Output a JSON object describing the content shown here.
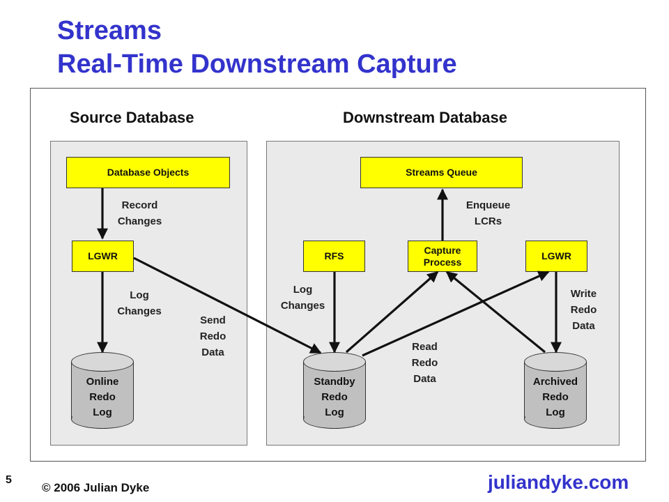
{
  "title": {
    "line1": "Streams",
    "line2": "Real-Time Downstream Capture"
  },
  "sections": {
    "source": "Source Database",
    "downstream": "Downstream Database"
  },
  "boxes": {
    "database_objects": "Database Objects",
    "source_lgwr": "LGWR",
    "streams_queue": "Streams Queue",
    "rfs": "RFS",
    "capture_process": "Capture\nProcess",
    "downstream_lgwr": "LGWR"
  },
  "cylinders": {
    "online": "Online\nRedo\nLog",
    "standby": "Standby\nRedo\nLog",
    "archived": "Archived\nRedo\nLog"
  },
  "labels": {
    "record_changes": "Record\nChanges",
    "log_changes_source": "Log\nChanges",
    "send_redo_data": "Send\nRedo\nData",
    "enqueue_lcrs": "Enqueue\nLCRs",
    "log_changes_downstream": "Log\nChanges",
    "read_redo_data": "Read\nRedo\nData",
    "write_redo_data": "Write\nRedo\nData"
  },
  "footer": {
    "page_number": "5",
    "copyright": "© 2006 Julian Dyke",
    "brand": "juliandyke.com"
  },
  "colors": {
    "title": "#3333cc",
    "box_fill": "#ffff00",
    "panel": "#eaeaea",
    "cylinder": "#c0c0c0"
  }
}
